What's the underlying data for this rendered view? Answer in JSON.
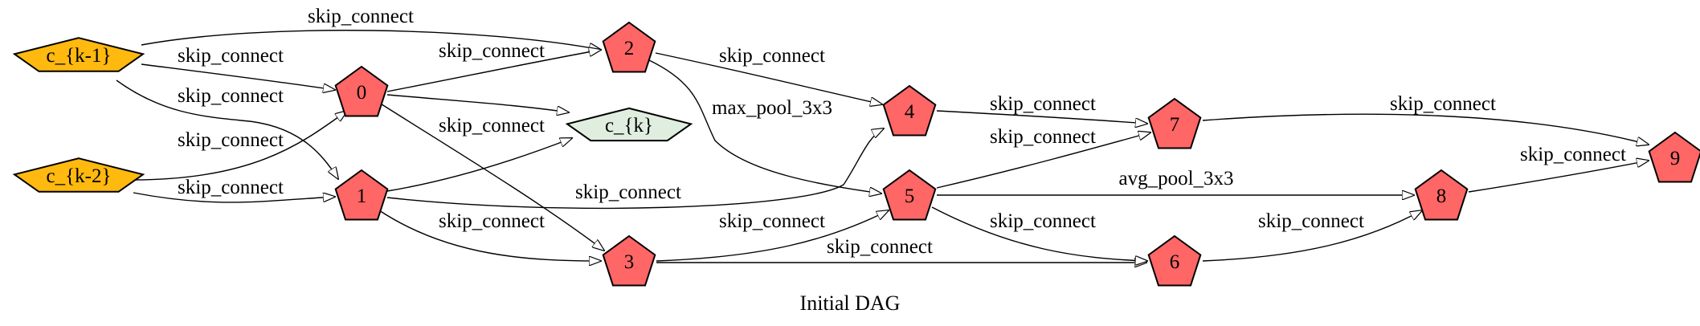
{
  "caption": "Initial DAG",
  "colors": {
    "input_node": "#FFB90F",
    "intermediate_node": "#FF6666",
    "output_node": "#E0EEDF",
    "stroke": "#000000"
  },
  "nodes": [
    {
      "id": "ck1",
      "label": "c_{k-1}",
      "kind": "input"
    },
    {
      "id": "ck2",
      "label": "c_{k-2}",
      "kind": "input"
    },
    {
      "id": "n0",
      "label": "0",
      "kind": "intermediate"
    },
    {
      "id": "n1",
      "label": "1",
      "kind": "intermediate"
    },
    {
      "id": "n2",
      "label": "2",
      "kind": "intermediate"
    },
    {
      "id": "n3",
      "label": "3",
      "kind": "intermediate"
    },
    {
      "id": "n4",
      "label": "4",
      "kind": "intermediate"
    },
    {
      "id": "n5",
      "label": "5",
      "kind": "intermediate"
    },
    {
      "id": "n6",
      "label": "6",
      "kind": "intermediate"
    },
    {
      "id": "n7",
      "label": "7",
      "kind": "intermediate"
    },
    {
      "id": "n8",
      "label": "8",
      "kind": "intermediate"
    },
    {
      "id": "n9",
      "label": "9",
      "kind": "intermediate"
    },
    {
      "id": "ck",
      "label": "c_{k}",
      "kind": "output"
    }
  ],
  "edges": [
    {
      "from": "ck1",
      "to": "n2",
      "label": "skip_connect"
    },
    {
      "from": "ck1",
      "to": "n0",
      "label": "skip_connect"
    },
    {
      "from": "ck1",
      "to": "n1",
      "label": "skip_connect"
    },
    {
      "from": "ck2",
      "to": "n0",
      "label": "skip_connect"
    },
    {
      "from": "ck2",
      "to": "n1",
      "label": "skip_connect"
    },
    {
      "from": "n0",
      "to": "n2",
      "label": "skip_connect"
    },
    {
      "from": "n0",
      "to": "ck",
      "label": ""
    },
    {
      "from": "n0",
      "to": "n3",
      "label": "skip_connect"
    },
    {
      "from": "n1",
      "to": "ck",
      "label": ""
    },
    {
      "from": "n1",
      "to": "n4",
      "label": "skip_connect"
    },
    {
      "from": "n1",
      "to": "n3",
      "label": "skip_connect"
    },
    {
      "from": "n2",
      "to": "n4",
      "label": "skip_connect"
    },
    {
      "from": "n2",
      "to": "n5",
      "label": "max_pool_3x3"
    },
    {
      "from": "n3",
      "to": "n5",
      "label": "skip_connect"
    },
    {
      "from": "n3",
      "to": "n6",
      "label": "skip_connect"
    },
    {
      "from": "n4",
      "to": "n7",
      "label": "skip_connect"
    },
    {
      "from": "n5",
      "to": "n7",
      "label": "skip_connect"
    },
    {
      "from": "n5",
      "to": "n8",
      "label": "avg_pool_3x3"
    },
    {
      "from": "n5",
      "to": "n6",
      "label": "skip_connect"
    },
    {
      "from": "n6",
      "to": "n8",
      "label": "skip_connect"
    },
    {
      "from": "n7",
      "to": "n9",
      "label": "skip_connect"
    },
    {
      "from": "n8",
      "to": "n9",
      "label": "skip_connect"
    }
  ]
}
